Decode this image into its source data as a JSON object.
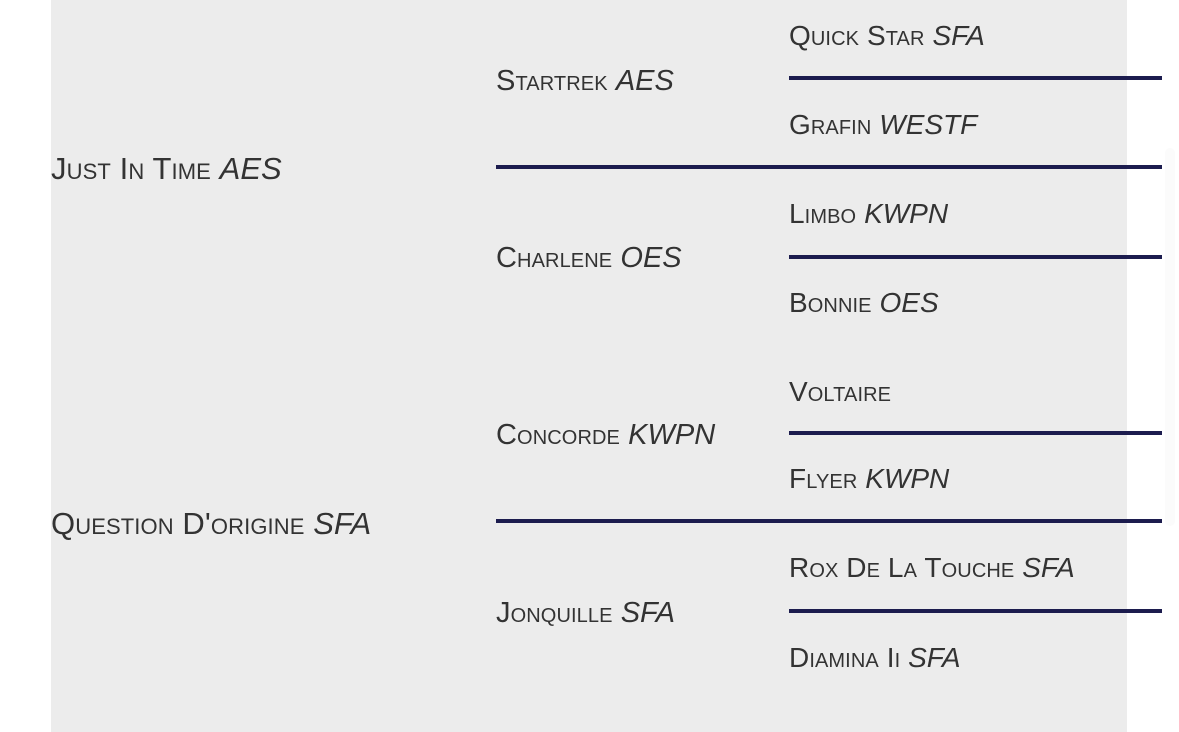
{
  "panel": {
    "background_color": "#ececec",
    "page_background_color": "#ffffff",
    "divider_color": "#1c1c4e",
    "text_color": "#333333"
  },
  "pedigree": {
    "generation1": [
      {
        "name": "Just In Time",
        "suffix": "AES"
      },
      {
        "name": "Question D'origine",
        "suffix": "SFA"
      }
    ],
    "generation2": [
      {
        "name": "Startrek",
        "suffix": "AES"
      },
      {
        "name": "Charlene",
        "suffix": "OES"
      },
      {
        "name": "Concorde",
        "suffix": "KWPN"
      },
      {
        "name": "Jonquille",
        "suffix": "SFA"
      }
    ],
    "generation3": [
      {
        "name": "Quick Star",
        "suffix": "SFA"
      },
      {
        "name": "Grafin",
        "suffix": "WESTF"
      },
      {
        "name": "Limbo",
        "suffix": "KWPN"
      },
      {
        "name": "Bonnie",
        "suffix": "OES"
      },
      {
        "name": "Voltaire",
        "suffix": ""
      },
      {
        "name": "Flyer",
        "suffix": "KWPN"
      },
      {
        "name": "Rox De La Touche",
        "suffix": "SFA"
      },
      {
        "name": "Diamina Ii",
        "suffix": "SFA"
      }
    ]
  },
  "scrollbar": {
    "orientation": "vertical",
    "thumb_color": "#fbfbfb"
  }
}
